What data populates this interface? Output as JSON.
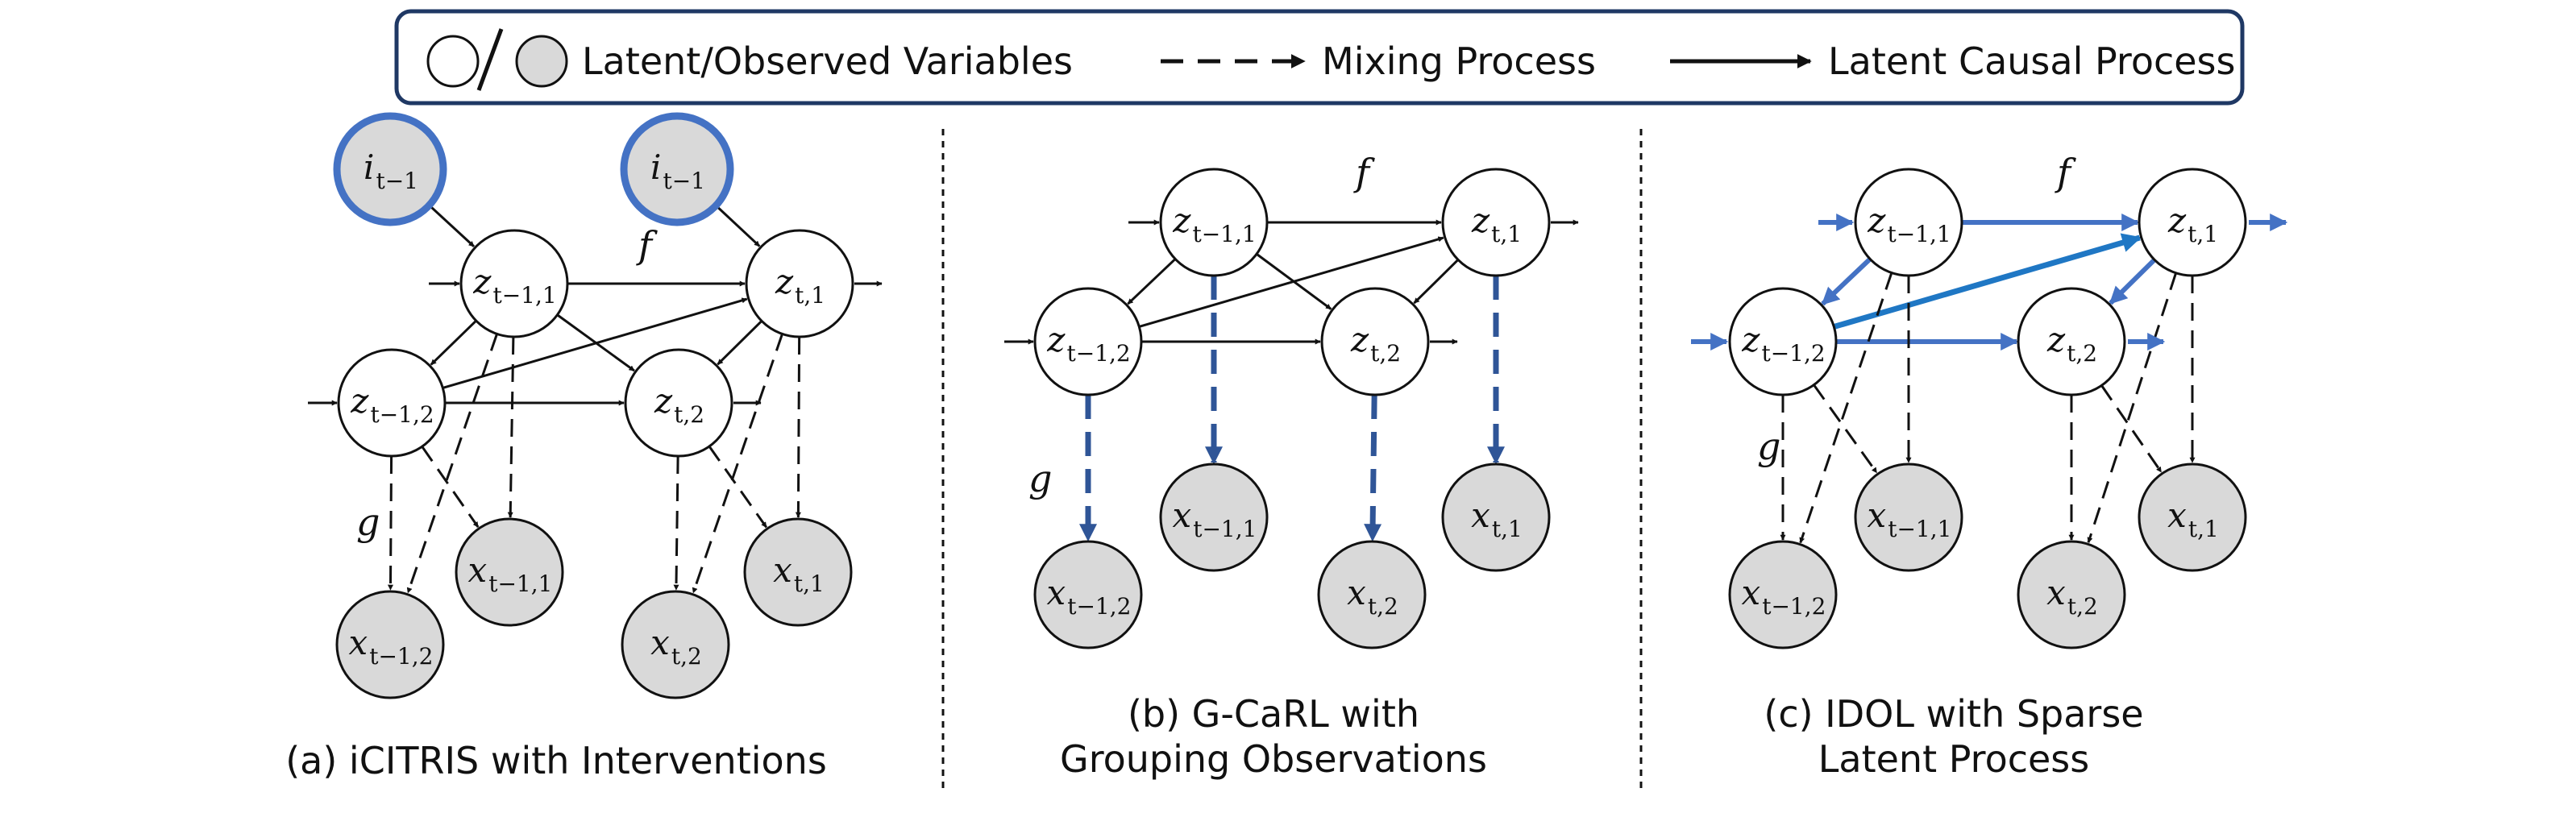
{
  "legend": {
    "latent_observed": "Latent/Observed Variables",
    "mixing": "Mixing Process",
    "causal": "Latent Causal Process"
  },
  "colors": {
    "blue": "#4472C4",
    "dark_blue": "#2F5597",
    "bright_blue": "#1F77C4",
    "gray": "#D9D9D9",
    "frame": "#1F3864"
  },
  "panels": [
    {
      "caption": [
        "(a) iCITRIS with Interventions"
      ],
      "g_label": "g",
      "f_label": "f",
      "nodes": [
        {
          "id": "i1",
          "base": "i",
          "sub": "t−1"
        },
        {
          "id": "i2",
          "base": "i",
          "sub": "t−1"
        },
        {
          "id": "z11",
          "base": "z",
          "sub": "t−1,1"
        },
        {
          "id": "z12",
          "base": "z",
          "sub": "t−1,2"
        },
        {
          "id": "zt1",
          "base": "z",
          "sub": "t,1"
        },
        {
          "id": "zt2",
          "base": "z",
          "sub": "t,2"
        },
        {
          "id": "x12",
          "base": "x",
          "sub": "t−1,2"
        },
        {
          "id": "x11",
          "base": "x",
          "sub": "t−1,1"
        },
        {
          "id": "xt2",
          "base": "x",
          "sub": "t,2"
        },
        {
          "id": "xt1",
          "base": "x",
          "sub": "t,1"
        }
      ]
    },
    {
      "caption": [
        "(b) G-CaRL with",
        "Grouping Observations"
      ],
      "g_label": "g",
      "f_label": "f",
      "nodes": [
        {
          "id": "z11",
          "base": "z",
          "sub": "t−1,1"
        },
        {
          "id": "z12",
          "base": "z",
          "sub": "t−1,2"
        },
        {
          "id": "zt1",
          "base": "z",
          "sub": "t,1"
        },
        {
          "id": "zt2",
          "base": "z",
          "sub": "t,2"
        },
        {
          "id": "x12",
          "base": "x",
          "sub": "t−1,2"
        },
        {
          "id": "x11",
          "base": "x",
          "sub": "t−1,1"
        },
        {
          "id": "xt2",
          "base": "x",
          "sub": "t,2"
        },
        {
          "id": "xt1",
          "base": "x",
          "sub": "t,1"
        }
      ]
    },
    {
      "caption": [
        "(c) IDOL with Sparse",
        "Latent Process"
      ],
      "g_label": "g",
      "f_label": "f",
      "nodes": [
        {
          "id": "z11",
          "base": "z",
          "sub": "t−1,1"
        },
        {
          "id": "z12",
          "base": "z",
          "sub": "t−1,2"
        },
        {
          "id": "zt1",
          "base": "z",
          "sub": "t,1"
        },
        {
          "id": "zt2",
          "base": "z",
          "sub": "t,2"
        },
        {
          "id": "x12",
          "base": "x",
          "sub": "t−1,2"
        },
        {
          "id": "x11",
          "base": "x",
          "sub": "t−1,1"
        },
        {
          "id": "xt2",
          "base": "x",
          "sub": "t,2"
        },
        {
          "id": "xt1",
          "base": "x",
          "sub": "t,1"
        }
      ]
    }
  ]
}
